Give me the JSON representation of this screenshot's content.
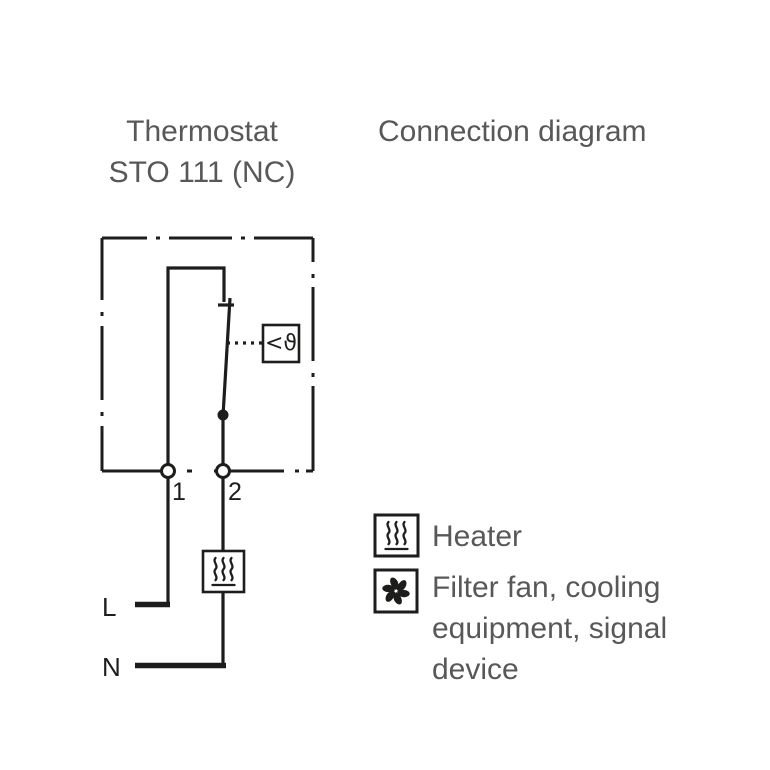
{
  "colors": {
    "line": "#1d1d1b",
    "text_gray": "#58585a",
    "background": "#ffffff"
  },
  "header": {
    "product_line1": "Thermostat",
    "product_line2": "STO 111 (NC)",
    "section_title": "Connection diagram"
  },
  "diagram": {
    "terminal1": "1",
    "terminal2": "2",
    "phase_label": "L",
    "neutral_label": "N",
    "sensor_symbol": "<ϑ",
    "icons": [
      "thermostat-sensor-box",
      "heater-icon"
    ]
  },
  "legend": {
    "items": [
      {
        "icon": "heater-icon",
        "label": "Heater"
      },
      {
        "icon": "fan-icon",
        "label": "Filter fan, cooling equipment, signal device"
      }
    ]
  }
}
